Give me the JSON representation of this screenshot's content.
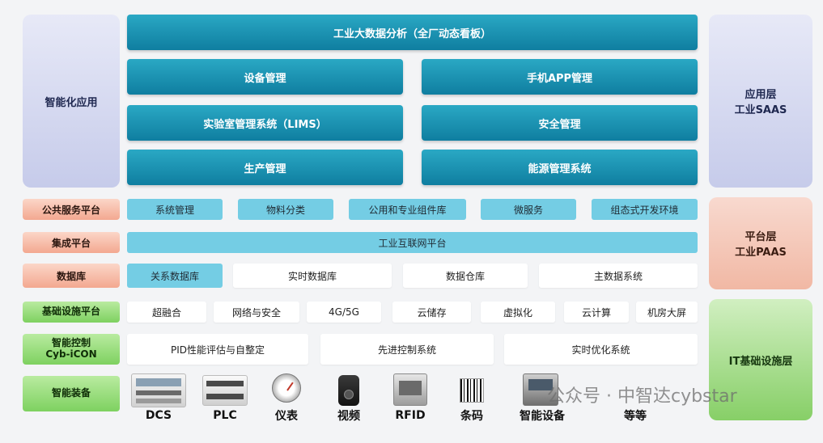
{
  "app_layer": {
    "left_label": "智能化应用",
    "right_label_line1": "应用层",
    "right_label_line2": "工业SAAS",
    "top_bar": "工业大数据分析（全厂动态看板）",
    "boxes": [
      "设备管理",
      "手机APP管理",
      "实验室管理系统（LIMS）",
      "安全管理",
      "生产管理",
      "能源管理系统"
    ]
  },
  "platform_layer": {
    "right_label_line1": "平台层",
    "right_label_line2": "工业PAAS",
    "public_service": {
      "label": "公共服务平台",
      "items": [
        "系统管理",
        "物料分类",
        "公用和专业组件库",
        "微服务",
        "组态式开发环境"
      ]
    },
    "integration": {
      "label": "集成平台",
      "item": "工业互联网平台"
    },
    "database": {
      "label": "数据库",
      "items": [
        "关系数据库",
        "实时数据库",
        "数据仓库",
        "主数据系统"
      ]
    }
  },
  "infra_layer": {
    "right_label": "IT基础设施层",
    "infra_platform": {
      "label": "基础设施平台",
      "items": [
        "超融合",
        "网络与安全",
        "4G/5G",
        "云储存",
        "虚拟化",
        "云计算",
        "机房大屏"
      ]
    },
    "control": {
      "label_line1": "智能控制",
      "label_line2": "Cyb-iCON",
      "items": [
        "PID性能评估与自整定",
        "先进控制系统",
        "实时优化系统"
      ]
    },
    "equipment": {
      "label": "智能装备",
      "devices": [
        "DCS",
        "PLC",
        "仪表",
        "视频",
        "RFID",
        "条码",
        "智能设备",
        "等等"
      ]
    }
  },
  "watermark": "公众号 · 中智达cybstar",
  "colors": {
    "teal": "#1a94b6",
    "cyan_cell": "#74cde4",
    "peach": "#f3a890",
    "green": "#7ed160",
    "purple": "#c6cbea"
  }
}
